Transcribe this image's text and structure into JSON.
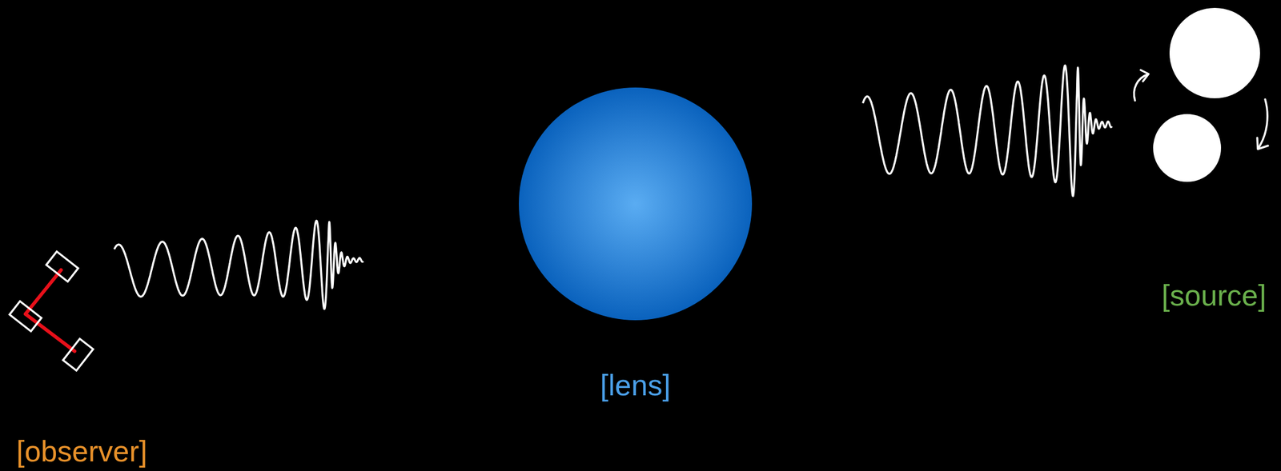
{
  "diagram": {
    "nodes": [
      {
        "text": [
          "[lens]"
        ]
      }
    ],
    "labels": [
      "[observer]",
      "[source]"
    ]
  }
}
